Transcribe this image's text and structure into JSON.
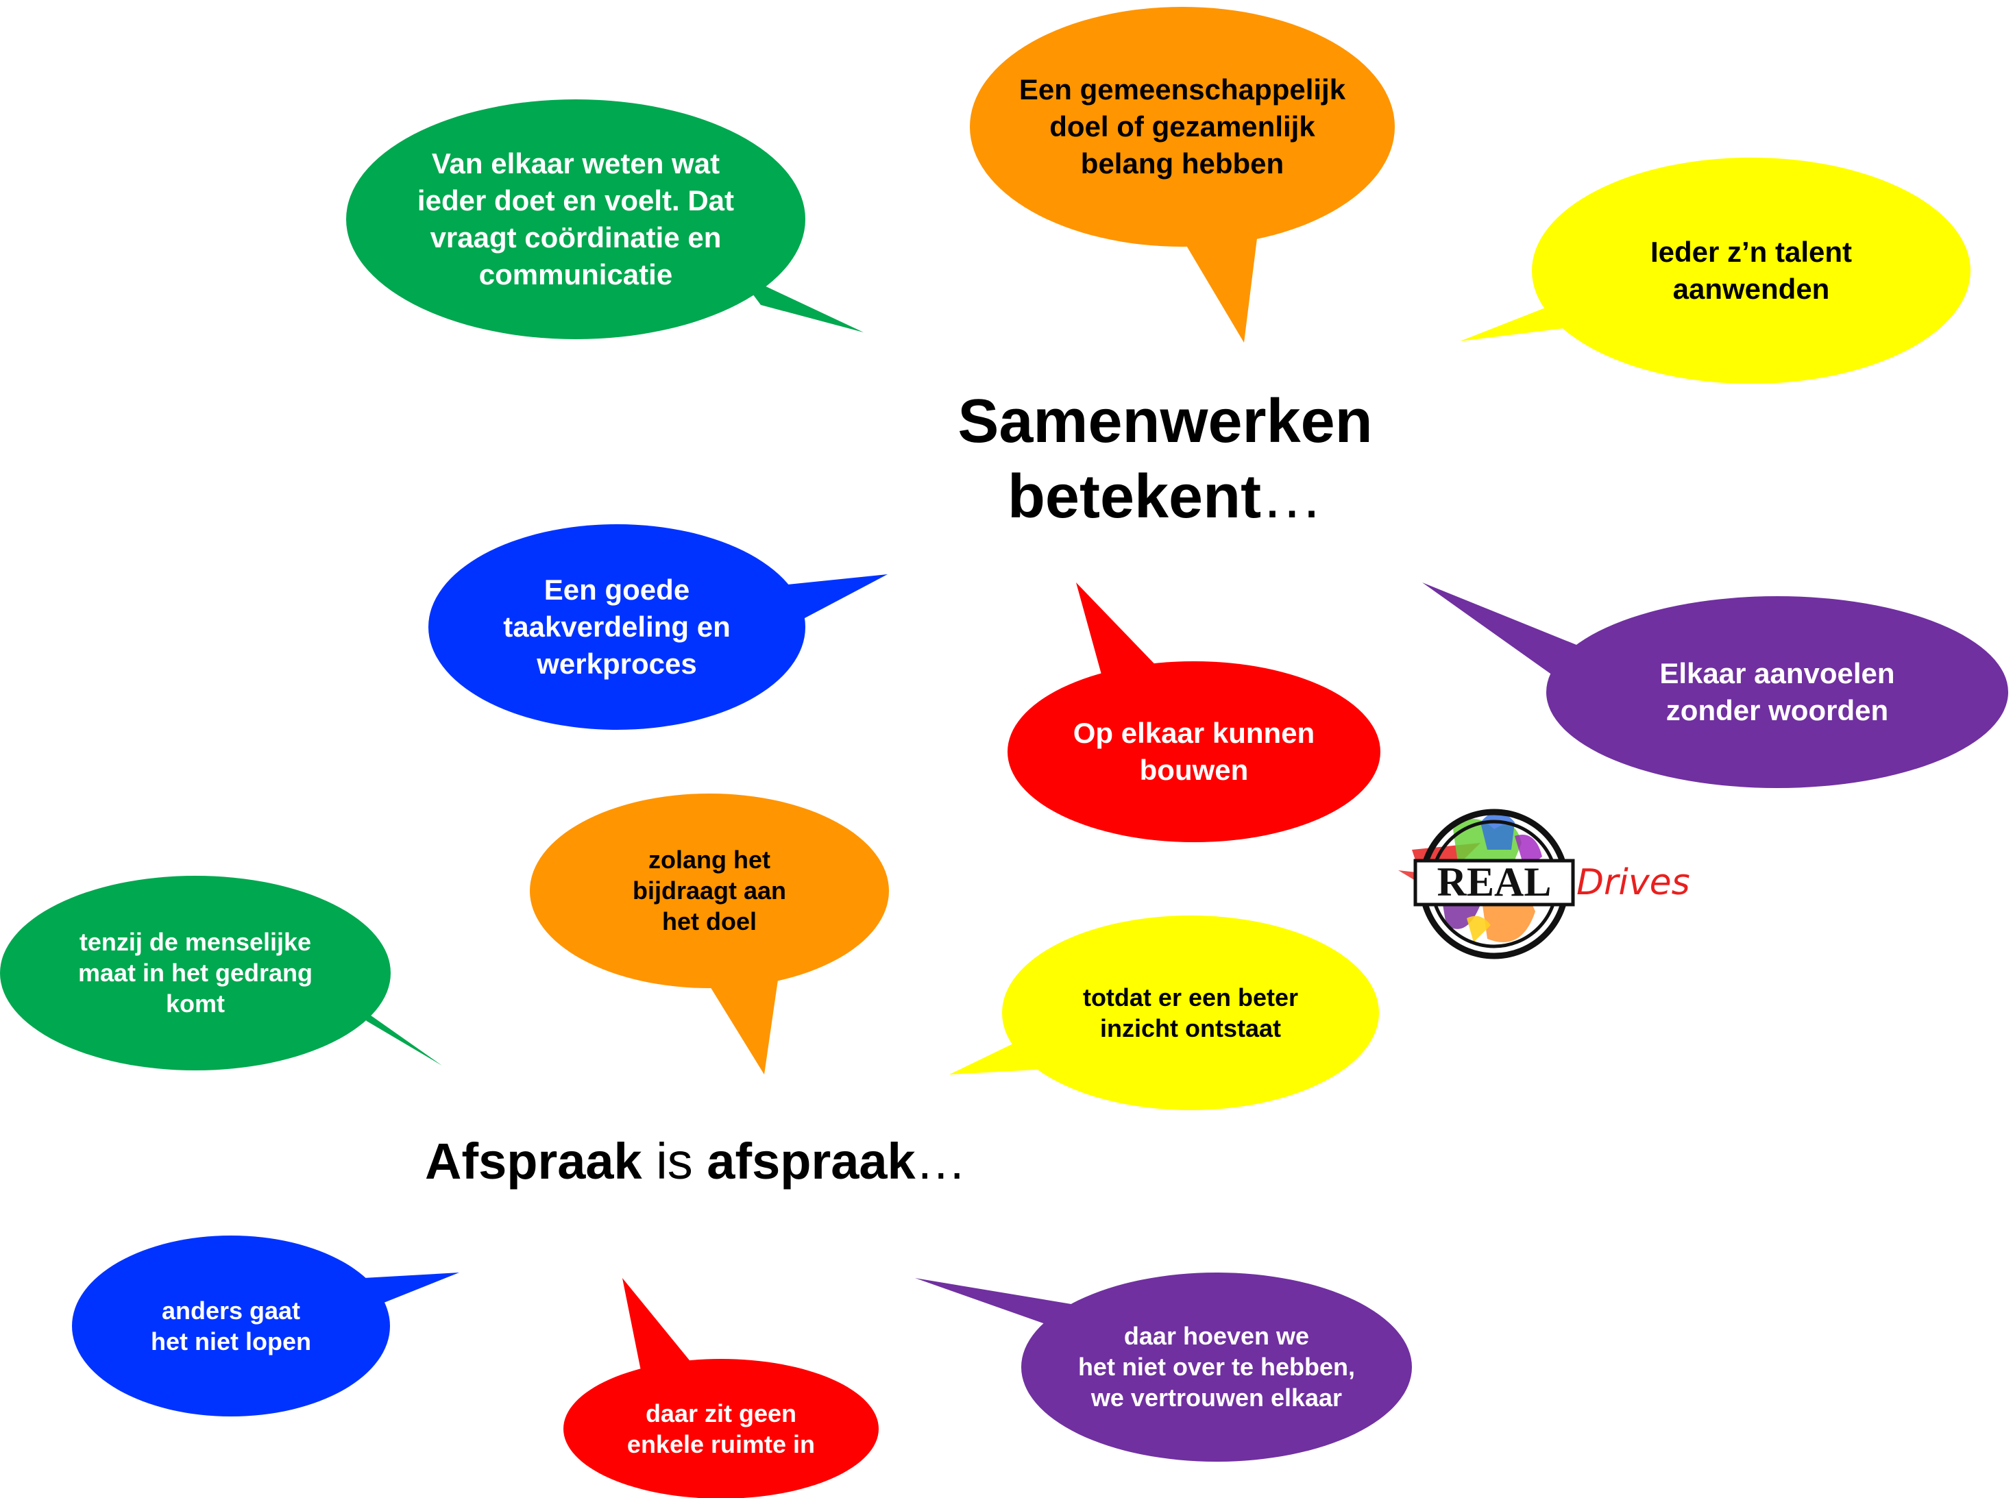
{
  "title_main": {
    "line1": "Samenwerken",
    "line2_bold": "betekent",
    "line2_tail": "…"
  },
  "title_second": {
    "word1": "Afspraak",
    "word2": "is",
    "word3": "afspraak",
    "tail": "…"
  },
  "logo": {
    "word1": "REAL",
    "word2": "Drives",
    "accent_color": "#e8201e"
  },
  "colors": {
    "green": "#00a84f",
    "orange": "#ff9500",
    "yellow": "#ffff00",
    "blue": "#0033ff",
    "purple": "#7030a0",
    "red": "#ff0000"
  },
  "bubbles": [
    {
      "id": "van-elkaar-weten",
      "text": "Van elkaar weten wat\nieder doet en voelt. Dat\nvraagt coördinatie en\ncommunicatie",
      "color": "green",
      "text_color": "#ffffff"
    },
    {
      "id": "gemeenschappelijk-doel",
      "text": "Een gemeenschappelijk\ndoel of gezamenlijk\nbelang hebben",
      "color": "orange",
      "text_color": "#000000"
    },
    {
      "id": "talent-aanwenden",
      "text": "Ieder z’n talent\naanwenden",
      "color": "yellow",
      "text_color": "#000000"
    },
    {
      "id": "goede-taakverdeling",
      "text": "Een goede\ntaakverdeling en\nwerkproces",
      "color": "blue",
      "text_color": "#ffffff"
    },
    {
      "id": "elkaar-aanvoelen",
      "text": "Elkaar aanvoelen\nzonder woorden",
      "color": "purple",
      "text_color": "#ffffff"
    },
    {
      "id": "op-elkaar-bouwen",
      "text": "Op elkaar kunnen\nbouwen",
      "color": "red",
      "text_color": "#ffffff"
    },
    {
      "id": "zolang-bijdraagt",
      "text": "zolang het\nbijdraagt aan\nhet doel",
      "color": "orange",
      "text_color": "#000000"
    },
    {
      "id": "tenzij-menselijke-maat",
      "text": "tenzij de menselijke\nmaat in het gedrang\nkomt",
      "color": "green",
      "text_color": "#ffffff"
    },
    {
      "id": "totdat-beter-inzicht",
      "text": "totdat er een beter\ninzicht ontstaat",
      "color": "yellow",
      "text_color": "#000000"
    },
    {
      "id": "anders-niet-lopen",
      "text": "anders gaat\nhet niet lopen",
      "color": "blue",
      "text_color": "#ffffff"
    },
    {
      "id": "geen-ruimte",
      "text": "daar zit geen\nenkele ruimte in",
      "color": "red",
      "text_color": "#ffffff"
    },
    {
      "id": "vertrouwen-elkaar",
      "text": "daar hoeven we\nhet niet over te hebben,\nwe vertrouwen elkaar",
      "color": "purple",
      "text_color": "#ffffff"
    }
  ]
}
